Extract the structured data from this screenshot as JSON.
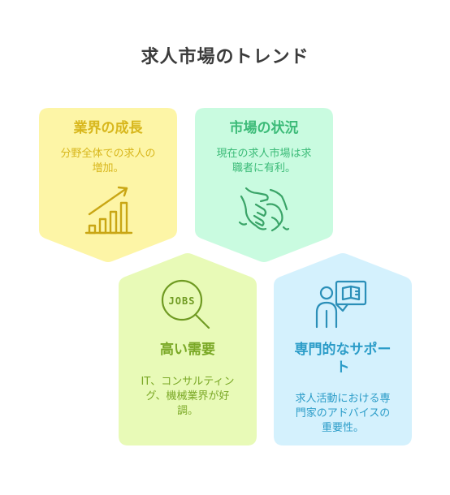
{
  "title": "求人市場のトレンド",
  "colors": {
    "yellow_fill": "#fdf5a6",
    "yellow_text": "#d8b71d",
    "yellow_icon": "#c9a614",
    "mint_fill": "#c9fbe0",
    "mint_text": "#3cbb78",
    "mint_icon": "#3aa468",
    "lime_fill": "#e8fab7",
    "lime_text": "#7aa826",
    "lime_icon": "#6f9a22",
    "blue_fill": "#d4f1fd",
    "blue_text": "#2b9cc8",
    "blue_icon": "#2b8fb8"
  },
  "cards": {
    "industry_growth": {
      "title": "業界の成長",
      "desc_line1": "分野全体での求人の",
      "desc_line2": "増加。",
      "icon": "bar-chart-growth-icon"
    },
    "market_status": {
      "title": "市場の状況",
      "desc_line1": "現在の求人市場は求",
      "desc_line2": "職者に有利。",
      "icon": "handshake-icon"
    },
    "high_demand": {
      "title": "高い需要",
      "icon_text": "JOBS",
      "desc_line1": "IT、コンサルティン",
      "desc_line2": "グ、機械業界が好",
      "desc_line3": "調。",
      "icon": "jobs-search-icon"
    },
    "professional_support": {
      "title_line1": "専門的なサポー",
      "title_line2": "ト",
      "desc_line1": "求人活動における専",
      "desc_line2": "門家のアドバイスの",
      "desc_line3": "重要性。",
      "icon": "advisor-presentation-icon"
    }
  }
}
